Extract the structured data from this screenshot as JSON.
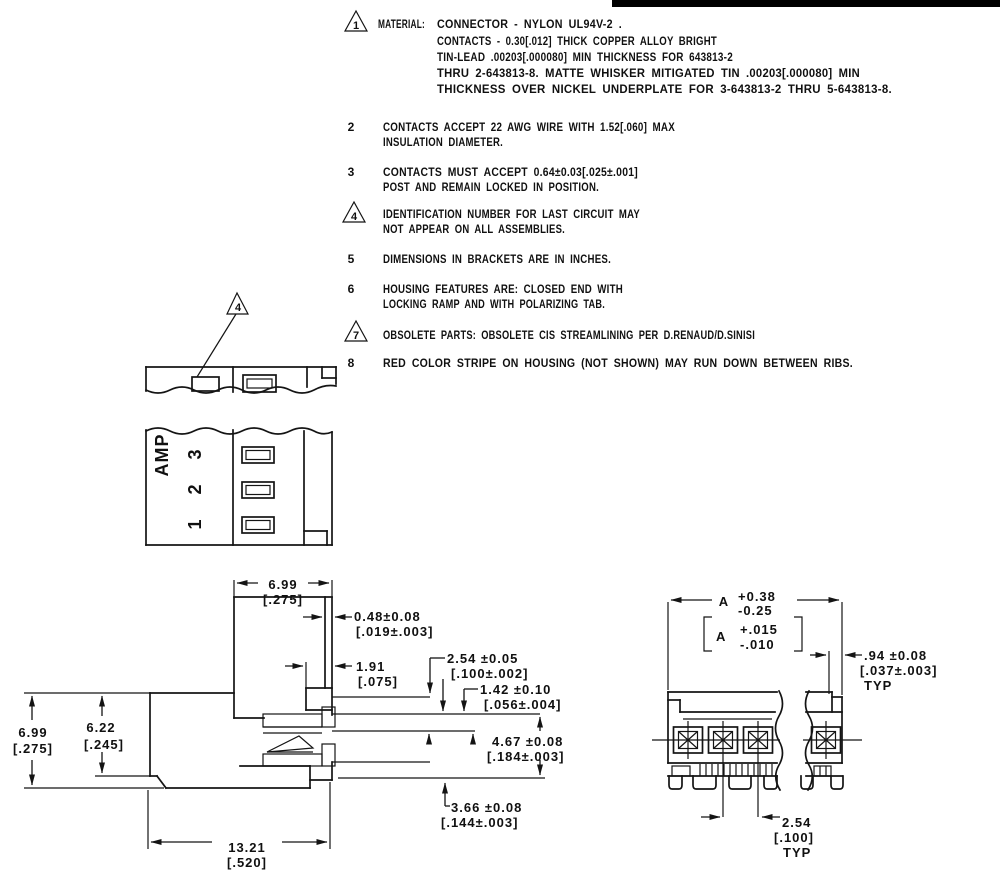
{
  "notes": [
    {
      "num": "1",
      "symbol": "triangle-flag",
      "prefix": "MATERIAL:",
      "lines": [
        "CONNECTOR - NYLON UL94V-2 .",
        "CONTACTS - 0.30[.012] THICK COPPER ALLOY BRIGHT",
        "TIN-LEAD .00203[.000080] MIN THICKNESS FOR 643813-2",
        "THRU 2-643813-8. MATTE WHISKER MITIGATED TIN .00203[.000080] MIN",
        "THICKNESS OVER NICKEL UNDERPLATE FOR 3-643813-2 THRU 5-643813-8."
      ]
    },
    {
      "num": "2",
      "symbol": "plain",
      "lines": [
        "CONTACTS ACCEPT 22 AWG WIRE WITH 1.52[.060] MAX",
        "INSULATION DIAMETER."
      ]
    },
    {
      "num": "3",
      "symbol": "plain",
      "lines": [
        "CONTACTS MUST ACCEPT 0.64±0.03[.025±.001]",
        "POST AND REMAIN LOCKED IN POSITION."
      ]
    },
    {
      "num": "4",
      "symbol": "triangle-flag",
      "lines": [
        "IDENTIFICATION NUMBER FOR LAST CIRCUIT MAY",
        "NOT APPEAR ON ALL ASSEMBLIES."
      ]
    },
    {
      "num": "5",
      "symbol": "plain",
      "lines": [
        "DIMENSIONS IN BRACKETS ARE IN INCHES."
      ]
    },
    {
      "num": "6",
      "symbol": "plain",
      "lines": [
        "HOUSING FEATURES ARE: CLOSED END WITH",
        "LOCKING RAMP AND WITH POLARIZING TAB."
      ]
    },
    {
      "num": "7",
      "symbol": "triangle-flag",
      "lines": [
        "OBSOLETE PARTS: OBSOLETE CIS STREAMLINING PER D.RENAUD/D.SINISI"
      ]
    },
    {
      "num": "8",
      "symbol": "plain",
      "lines": [
        "RED COLOR STRIPE ON HOUSING (NOT SHOWN) MAY RUN DOWN BETWEEN RIBS."
      ]
    }
  ],
  "markings": {
    "callout_number": "4",
    "brand": "AMP",
    "circuit_numbers": [
      "3",
      "2",
      "1"
    ]
  },
  "side_view_dims": {
    "width_top": {
      "mm": "6.99",
      "in": "[.275]"
    },
    "wire_step": {
      "mm": "0.48±0.08",
      "in": "[.019±.003]"
    },
    "ramp": {
      "mm": "1.91",
      "in": "[.075]"
    },
    "contact_pitch": {
      "mm": "2.54 ±0.05",
      "in": "[.100±.002]"
    },
    "slot_width": {
      "mm": "1.42 ±0.10",
      "in": "[.056±.004]"
    },
    "contact_depth": {
      "mm": "4.67 ±0.08",
      "in": "[.184±.003]"
    },
    "post_entry": {
      "mm": "3.66 ±0.08",
      "in": "[.144±.003]"
    },
    "overall_height": {
      "mm": "6.99",
      "in": "[.275]"
    },
    "inner_height": {
      "mm": "6.22",
      "in": "[.245]"
    },
    "overall_length": {
      "mm": "13.21",
      "in": "[.520]"
    }
  },
  "front_view_dims": {
    "width_a": {
      "label": "A",
      "plus_mm": "+0.38",
      "minus_mm": "-0.25",
      "label_in": "A",
      "plus_in": "+.015",
      "minus_in": "-.010"
    },
    "rib_width": {
      "mm": ".94 ±0.08",
      "in": "[.037±.003]",
      "typ": "TYP"
    },
    "pitch": {
      "mm": "2.54",
      "in": "[.100]",
      "typ": "TYP"
    }
  },
  "colors": {
    "ink": "#141414",
    "background": "#ffffff"
  }
}
